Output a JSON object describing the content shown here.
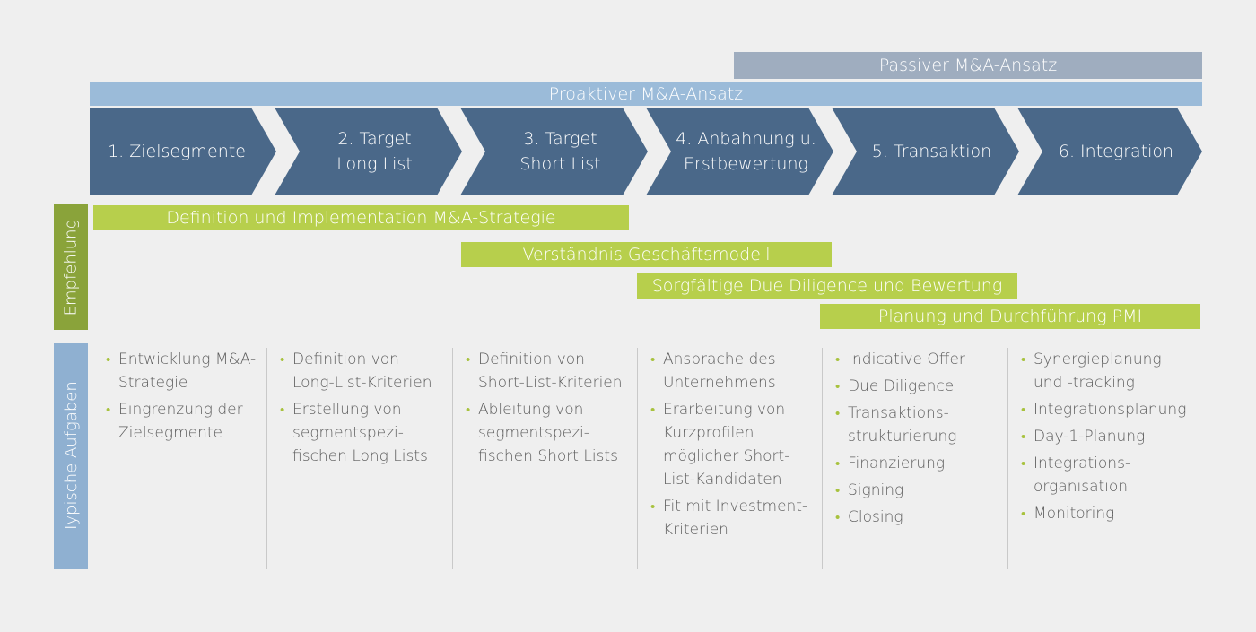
{
  "approaches": {
    "passive": "Passiver M&A-Ansatz",
    "proactive": "Proaktiver M&A-Ansatz"
  },
  "phases": [
    "1. Zielsegmente",
    "2. Target\nLong List",
    "3. Target\nShort List",
    "4. Anbahnung u.\nErstbewertung",
    "5. Transaktion",
    "6. Integration"
  ],
  "side_labels": {
    "recommendation": "Empfehlung",
    "tasks": "Typische Aufgaben"
  },
  "recommendations": [
    "Definition und Implementation M&A-Strategie",
    "Verständnis Geschäftsmodell",
    "Sorgfältige Due Diligence und Bewertung",
    "Planung und Durchführung PMI"
  ],
  "tasks": [
    [
      "Entwicklung M&A-\nStrategie",
      "Eingrenzung der\nZielsegmente"
    ],
    [
      "Definition von\nLong-List-Kriterien",
      "Erstellung von\nsegmentspezi-\nfischen Long Lists"
    ],
    [
      "Definition von\nShort-List-Kriterien",
      "Ableitung von\nsegmentspezi-\nfischen Short Lists"
    ],
    [
      "Ansprache des\nUnternehmens",
      "Erarbeitung von\nKurzprofilen\nmöglicher Short-\nList-Kandidaten",
      "Fit mit Investment-\nKriterien"
    ],
    [
      "Indicative Offer",
      "Due Diligence",
      "Transaktions-\nstrukturierung",
      "Finanzierung",
      "Signing",
      "Closing"
    ],
    [
      "Synergieplanung\nund -tracking",
      "Integrationsplanung",
      "Day-1-Planung",
      "Integrations-\norganisation",
      "Monitoring"
    ]
  ],
  "colors": {
    "phase": "#4a6889",
    "proactive": "#9bbbd9",
    "passive": "#9fadbf",
    "green_bar": "#b7cf4c",
    "green_label": "#8aa33a",
    "tasks_label": "#8fb0d1",
    "bullet": "#a8c23e"
  }
}
